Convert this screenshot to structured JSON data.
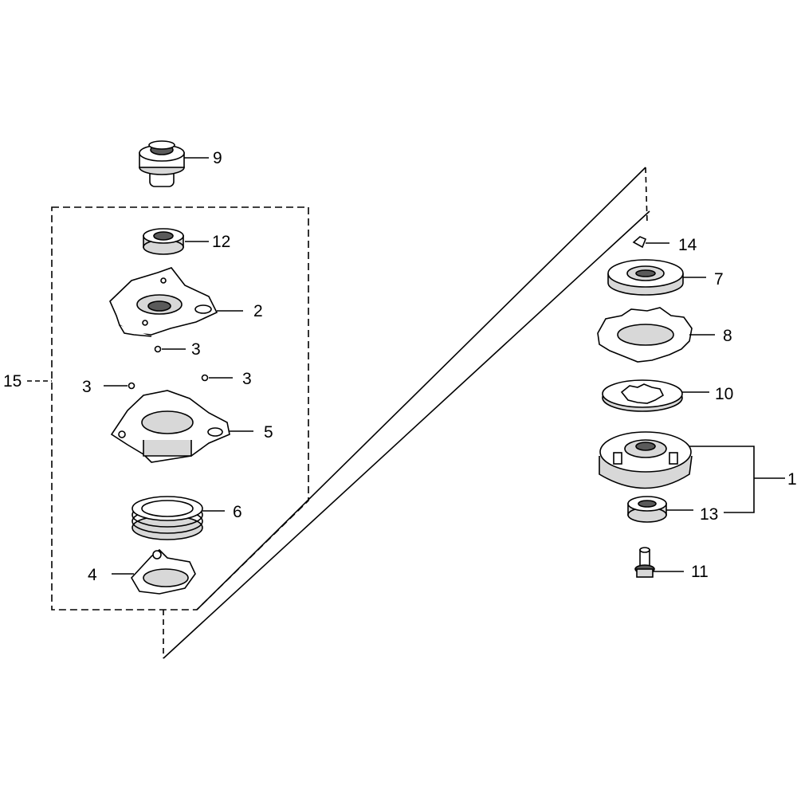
{
  "diagram": {
    "colors": {
      "line": "#000000",
      "fill_light": "#ffffff",
      "fill_mid": "#d8d8d8",
      "fill_dark": "#5a5a5a"
    },
    "callouts": {
      "p1": "1",
      "p2": "2",
      "p3a": "3",
      "p3b": "3",
      "p3c": "3",
      "p4": "4",
      "p5": "5",
      "p6": "6",
      "p7": "7",
      "p8": "8",
      "p9": "9",
      "p10": "10",
      "p11": "11",
      "p12": "12",
      "p13": "13",
      "p14": "14",
      "p15": "15"
    }
  }
}
